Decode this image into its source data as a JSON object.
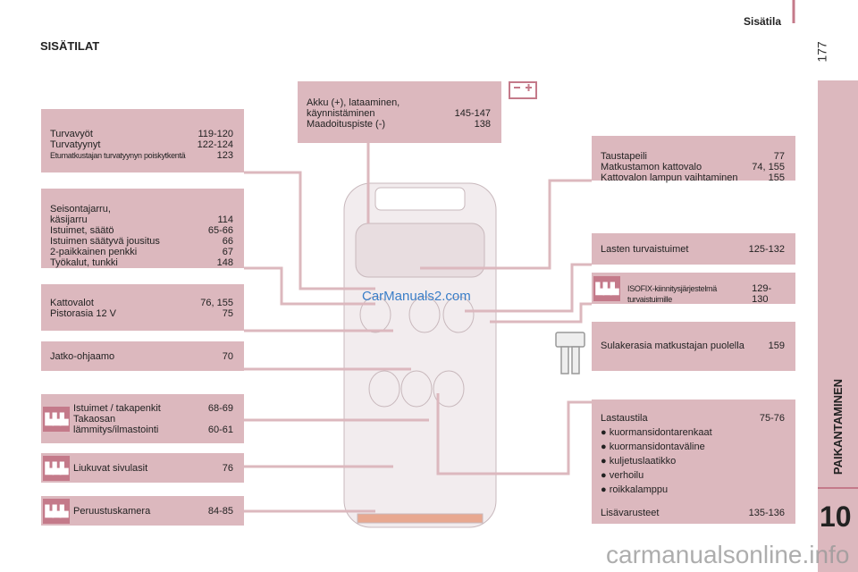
{
  "header": {
    "section": "Sisätila",
    "page_number": "177",
    "title": "SISÄTILAT"
  },
  "sidebar": {
    "chapter_label": "PAIKANTAMINEN",
    "chapter_number": "10"
  },
  "top_box": {
    "rows": [
      {
        "label": "Akku (+), lataaminen,",
        "page": ""
      },
      {
        "label": "käynnistäminen",
        "page": "145-147"
      },
      {
        "label": "Maadoituspiste (-)",
        "page": "138"
      }
    ]
  },
  "left_boxes": [
    {
      "rows": [
        {
          "label": "Turvavyöt",
          "page": "119-120"
        },
        {
          "label": "Turvatyynyt",
          "page": "122-124"
        },
        {
          "label": "Etumatkustajan turvatyynyn poiskytkentä",
          "page": "123"
        }
      ]
    },
    {
      "rows": [
        {
          "label": "Seisontajarru,",
          "page": ""
        },
        {
          "label": "käsijarru",
          "page": "114"
        },
        {
          "label": "Istuimet, säätö",
          "page": "65-66"
        },
        {
          "label": "Istuimen säätyvä jousitus",
          "page": "66"
        },
        {
          "label": "2-paikkainen penkki",
          "page": "67"
        },
        {
          "label": "Työkalut, tunkki",
          "page": "148"
        }
      ]
    },
    {
      "rows": [
        {
          "label": "Kattovalot",
          "page": "76, 155"
        },
        {
          "label": "Pistorasia 12 V",
          "page": "75"
        }
      ]
    },
    {
      "rows": [
        {
          "label": "Jatko-ohjaamo",
          "page": "70"
        }
      ]
    },
    {
      "rows": [
        {
          "label": "Istuimet / takapenkit",
          "page": "68-69"
        },
        {
          "label": "Takaosan",
          "page": ""
        },
        {
          "label": "lämmitys/ilmastointi",
          "page": "60-61"
        }
      ]
    },
    {
      "rows": [
        {
          "label": "Liukuvat sivulasit",
          "page": "76"
        }
      ]
    },
    {
      "rows": [
        {
          "label": "Peruustuskamera",
          "page": "84-85"
        }
      ]
    }
  ],
  "right_boxes": [
    {
      "rows": [
        {
          "label": "Taustapeili",
          "page": "77"
        },
        {
          "label": "Matkustamon kattovalo",
          "page": "74, 155"
        },
        {
          "label": "Kattovalon lampun vaihtaminen",
          "page": "155"
        }
      ]
    },
    {
      "rows": [
        {
          "label": "Lasten turvaistuimet",
          "page": "125-132"
        }
      ]
    },
    {
      "rows": [
        {
          "label": "ISOFIX-kiinnitysjärjestelmä turvaistuimille",
          "page": "129-130"
        }
      ]
    },
    {
      "rows": [
        {
          "label": "Sulakerasia matkustajan puolella",
          "page": "159"
        }
      ]
    },
    {
      "rows": [
        {
          "label": "Lastaustila",
          "page": "75-76"
        },
        {
          "label": "● kuormansidontarenkaat",
          "page": ""
        },
        {
          "label": "● kuormansidontaväline",
          "page": ""
        },
        {
          "label": "● kuljetuslaatikko",
          "page": ""
        },
        {
          "label": "● verhoilu",
          "page": ""
        },
        {
          "label": "● roikkalamppu",
          "page": ""
        },
        {
          "label": "Lisävarusteet",
          "page": "135-136"
        }
      ]
    }
  ],
  "watermarks": {
    "center": "CarManuals2.com",
    "bottom": "carmanualsonline.info"
  },
  "colors": {
    "box": "#dcb8be",
    "icon": "#c47a8a"
  }
}
